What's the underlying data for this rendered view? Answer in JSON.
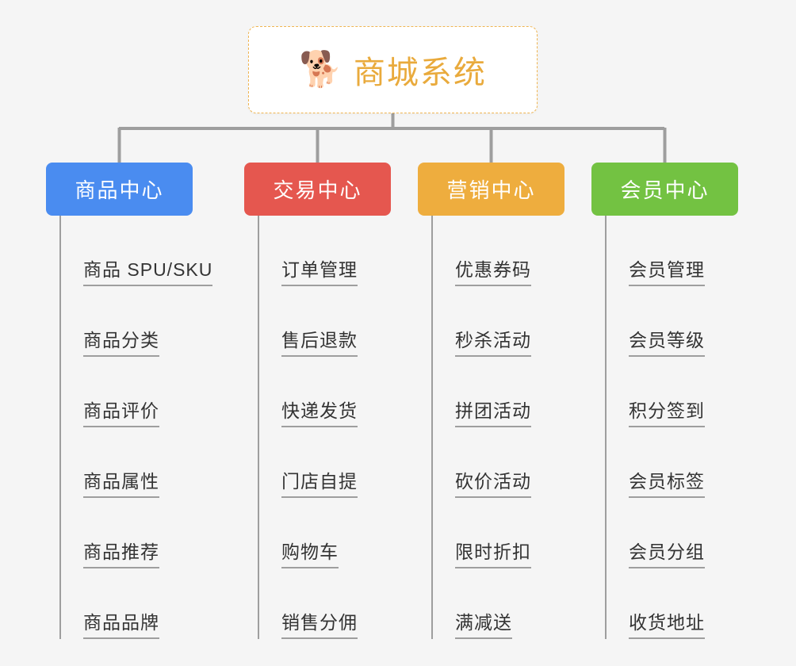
{
  "diagram": {
    "title": "商城系统",
    "type": "mind-map",
    "background_color": "#f5f5f5"
  },
  "root": {
    "label": "商城系统",
    "icon": "shiba-dog-emoji",
    "icon_glyph": "🐕",
    "text_color": "#e9aa3c",
    "border_color": "#efb552",
    "background_color": "#ffffff"
  },
  "categories": [
    {
      "label": "商品中心",
      "color": "#4a8cf0",
      "items": [
        "商品 SPU/SKU",
        "商品分类",
        "商品评价",
        "商品属性",
        "商品推荐",
        "商品品牌"
      ]
    },
    {
      "label": "交易中心",
      "color": "#e5574f",
      "items": [
        "订单管理",
        "售后退款",
        "快递发货",
        "门店自提",
        "购物车",
        "销售分佣"
      ]
    },
    {
      "label": "营销中心",
      "color": "#eead3e",
      "items": [
        "优惠券码",
        "秒杀活动",
        "拼团活动",
        "砍价活动",
        "限时折扣",
        "满减送"
      ]
    },
    {
      "label": "会员中心",
      "color": "#73c242",
      "items": [
        "会员管理",
        "会员等级",
        "积分签到",
        "会员标签",
        "会员分组",
        "收货地址"
      ]
    }
  ],
  "connector": {
    "color": "#9e9e9e"
  }
}
